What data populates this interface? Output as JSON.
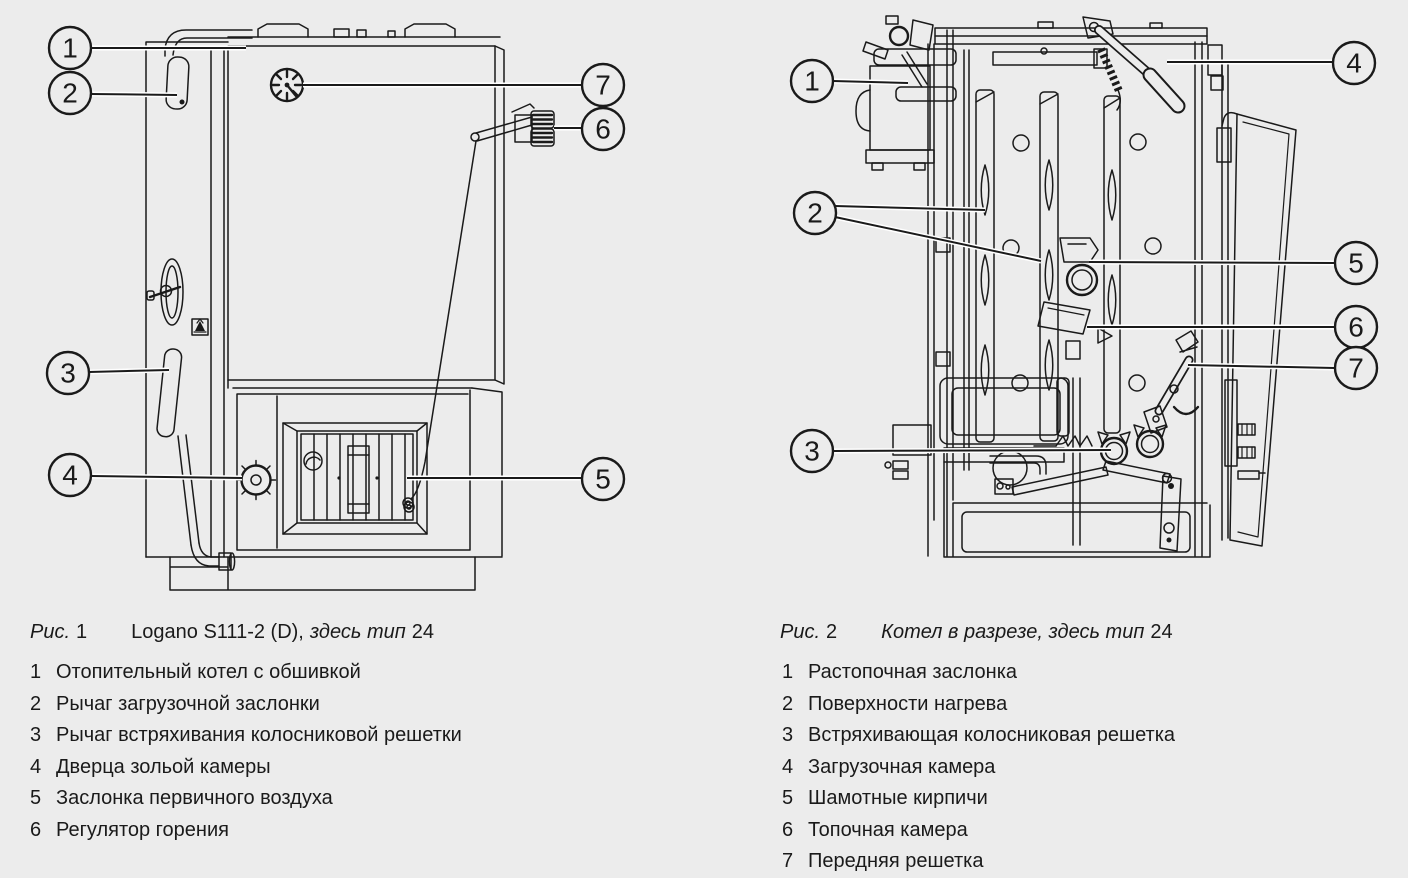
{
  "page": {
    "background": "#ececec",
    "ink": "#1a1a1a"
  },
  "figure1": {
    "caption": {
      "fig": "Рис.",
      "num": "1",
      "part1": "Logano S111-2 (D),",
      "part2": "здесь тип",
      "part3": "24"
    },
    "callouts": [
      "1",
      "2",
      "3",
      "4",
      "5",
      "6",
      "7"
    ],
    "legend": [
      {
        "num": "1",
        "text": "Отопительный котел с обшивкой"
      },
      {
        "num": "2",
        "text": "Рычаг загрузочной заслонки"
      },
      {
        "num": "3",
        "text": "Рычаг встряхивания колосниковой решетки"
      },
      {
        "num": "4",
        "text": "Дверца зольой камеры"
      },
      {
        "num": "5",
        "text": "Заслонка первичного воздуха"
      },
      {
        "num": "6",
        "text": "Регулятор горения"
      }
    ]
  },
  "figure2": {
    "caption": {
      "fig": "Рис.",
      "num": "2",
      "part1": "Котел в разрезе, здесь тип",
      "part2": "24"
    },
    "callouts": [
      "1",
      "2",
      "3",
      "4",
      "5",
      "6",
      "7"
    ],
    "legend": [
      {
        "num": "1",
        "text": "Растопочная заслонка"
      },
      {
        "num": "2",
        "text": "Поверхности нагрева"
      },
      {
        "num": "3",
        "text": "Встряхивающая колосниковая решетка"
      },
      {
        "num": "4",
        "text": "Загрузочная камера"
      },
      {
        "num": "5",
        "text": "Шамотные кирпичи"
      },
      {
        "num": "6",
        "text": "Топочная камера"
      },
      {
        "num": "7",
        "text": "Передняя решетка"
      }
    ]
  }
}
